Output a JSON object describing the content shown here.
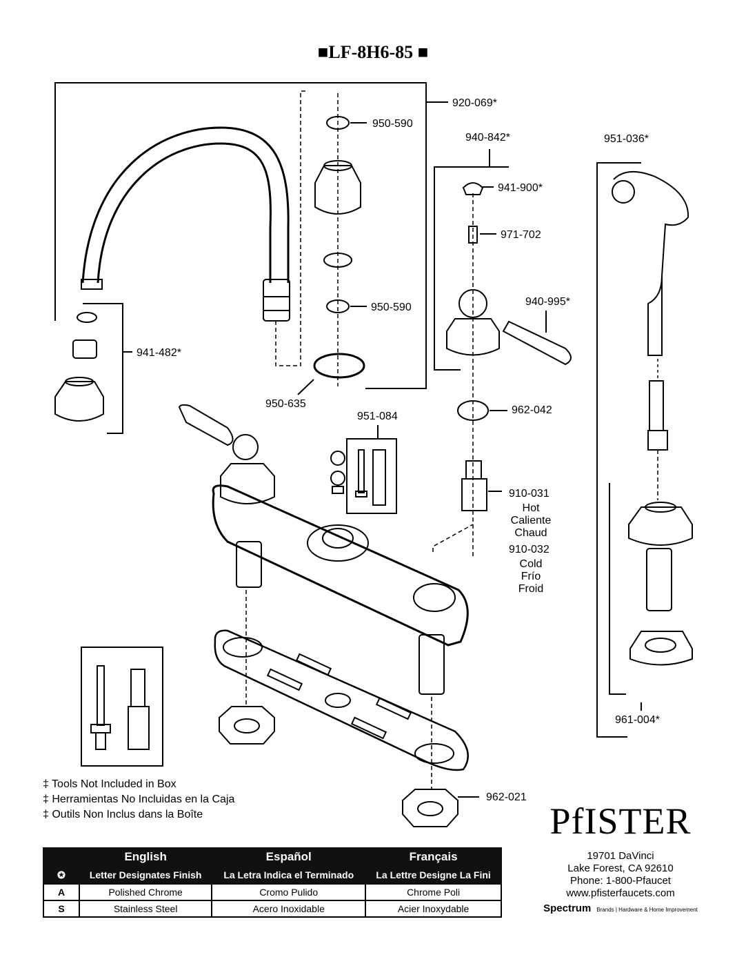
{
  "title": "■LF-8H6-85 ■",
  "parts": {
    "p920_069": "920-069*",
    "p950_590a": "950-590",
    "p950_590b": "950-590",
    "p940_842": "940-842*",
    "p941_900": "941-900*",
    "p971_702": "971-702",
    "p940_995": "940-995*",
    "p951_036": "951-036*",
    "p941_482": "941-482*",
    "p950_635": "950-635",
    "p951_084": "951-084",
    "p962_042": "962-042",
    "p910_031": "910-031",
    "hot": [
      "Hot",
      "Caliente",
      "Chaud"
    ],
    "p910_032": "910-032",
    "cold": [
      "Cold",
      "Frío",
      "Froid"
    ],
    "p961_004": "961-004*",
    "p962_021": "962-021"
  },
  "notes": [
    "‡ Tools Not Included in Box",
    "‡ Herramientas No Incluidas  en la Caja",
    "‡ Outils Non Inclus dans la Boîte"
  ],
  "legend": {
    "symbol": "✪",
    "headers": [
      "English",
      "Español",
      "Français"
    ],
    "subheaders": [
      "Letter Designates Finish",
      "La Letra Indica el Terminado",
      "La Lettre Designe La Fini"
    ],
    "rows": [
      {
        "code": "A",
        "cells": [
          "Polished Chrome",
          "Cromo Pulido",
          "Chrome Poli"
        ]
      },
      {
        "code": "S",
        "cells": [
          "Stainless Steel",
          "Acero Inoxidable",
          "Acier Inoxydable"
        ]
      }
    ]
  },
  "brand": {
    "logo": "PfISTER",
    "address": [
      "19701 DaVinci",
      "Lake Forest, CA 92610",
      "Phone: 1-800-Pfaucet",
      "www.pfisterfaucets.com"
    ],
    "spectrum": "Spectrum",
    "spectrum_sub": "Brands  |  Hardware & Home Improvement"
  }
}
